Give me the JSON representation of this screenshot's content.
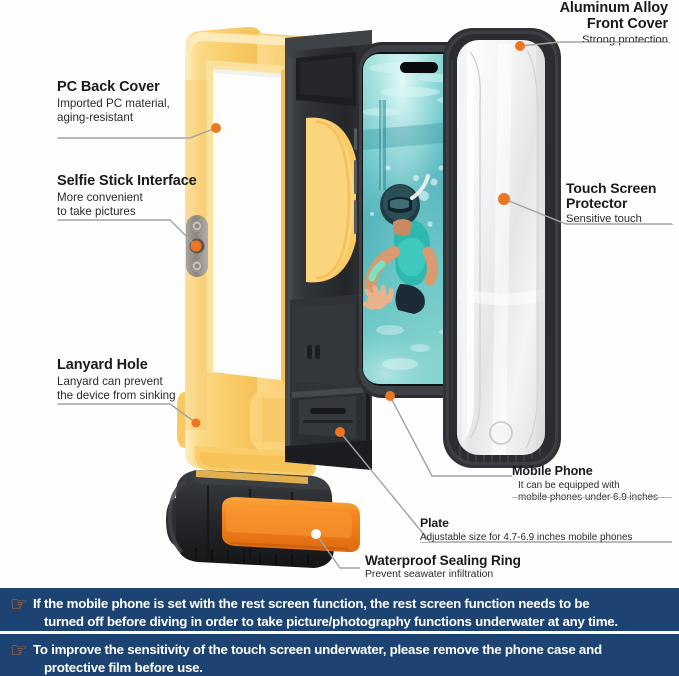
{
  "page": {
    "background": "#fefefe",
    "accent_orange": "#ee7623",
    "banner_blue": "#1d4372",
    "leader_gray": "#9c9c9c",
    "case_yellow": "#f9cd6a",
    "case_yellow_light": "#fde2a4",
    "case_black": "#2d2f32",
    "seal_orange": "#f07d22"
  },
  "callouts": [
    {
      "id": "pc-back-cover",
      "title": "PC Back Cover",
      "sub": "Imported PC material,\naging-resistant",
      "sub_lines": [
        "Imported PC material,",
        "aging-resistant"
      ]
    },
    {
      "id": "selfie-stick-interface",
      "title": "Selfie Stick Interface",
      "sub_lines": [
        "More convenient",
        "to take pictures"
      ]
    },
    {
      "id": "lanyard-hole",
      "title": "Lanyard Hole",
      "sub_lines": [
        "Lanyard can prevent",
        "the device from sinking"
      ]
    },
    {
      "id": "aluminum-alloy-front-cover",
      "title_lines": [
        "Aluminum Alloy",
        "Front Cover"
      ],
      "sub_lines": [
        "Strong protection"
      ]
    },
    {
      "id": "touch-screen-protector",
      "title_lines": [
        "Touch Screen",
        "Protector"
      ],
      "sub_lines": [
        "Sensitive touch"
      ]
    },
    {
      "id": "mobile-phone",
      "title": "Mobile Phone",
      "sub_lines": [
        "It can be equipped with",
        "mobile phones under 6.9 inches"
      ]
    },
    {
      "id": "plate",
      "title": "Plate",
      "sub_lines": [
        "Adjustable size for 4.7-6.9 inches mobile phones"
      ]
    },
    {
      "id": "waterproof-sealing-ring",
      "title": "Waterproof Sealing Ring",
      "sub_lines": [
        "Prevent seawater infiltration"
      ]
    }
  ],
  "labels": {
    "pc_back_cover_title": "PC Back Cover",
    "pc_back_cover_l1": "Imported PC material,",
    "pc_back_cover_l2": "aging-resistant",
    "selfie_title": "Selfie Stick Interface",
    "selfie_l1": "More convenient",
    "selfie_l2": "to take pictures",
    "lanyard_title": "Lanyard Hole",
    "lanyard_l1": "Lanyard can prevent",
    "lanyard_l2": "the device from sinking",
    "alloy_t1": "Aluminum Alloy",
    "alloy_t2": "Front Cover",
    "alloy_sub": "Strong protection",
    "touch_t1": "Touch Screen",
    "touch_t2": "Protector",
    "touch_sub": "Sensitive touch",
    "phone_title": "Mobile Phone",
    "phone_l1": "It can be equipped with",
    "phone_l2": "mobile phones under 6.9 inches",
    "plate_title": "Plate",
    "plate_sub": "Adjustable size for 4.7-6.9 inches mobile phones",
    "seal_title": "Waterproof Sealing Ring",
    "seal_sub": "Prevent seawater infiltration"
  },
  "banners": [
    {
      "icon": "pointing-hand-icon",
      "icon_glyph": "☞",
      "line1": "If the mobile phone is set with the rest screen function, the rest screen function needs to be",
      "line2": "turned off before diving in order to take picture/photography functions underwater at any time.",
      "text": "If the mobile phone is set with the rest screen function, the rest screen function needs to be turned off before diving in order to take picture/photography functions underwater at any time."
    },
    {
      "icon": "pointing-hand-icon",
      "icon_glyph": "☞",
      "line1": "To improve the sensitivity of the touch screen underwater, please remove the phone case and",
      "line2": "protective film before use.",
      "text": "To improve the sensitivity of the touch screen underwater, please remove the phone case and protective film before use."
    }
  ],
  "product": {
    "name": "underwater-phone-housing",
    "parts": [
      "pc-back-cover",
      "selfie-stick-interface-plate",
      "lanyard-hole",
      "black-inner-frame",
      "mobile-phone",
      "aluminum-alloy-front-cover",
      "touch-screen-protector",
      "plate",
      "waterproof-sealing-ring"
    ],
    "screen_image_caption": "underwater snorkeling diver photo"
  }
}
